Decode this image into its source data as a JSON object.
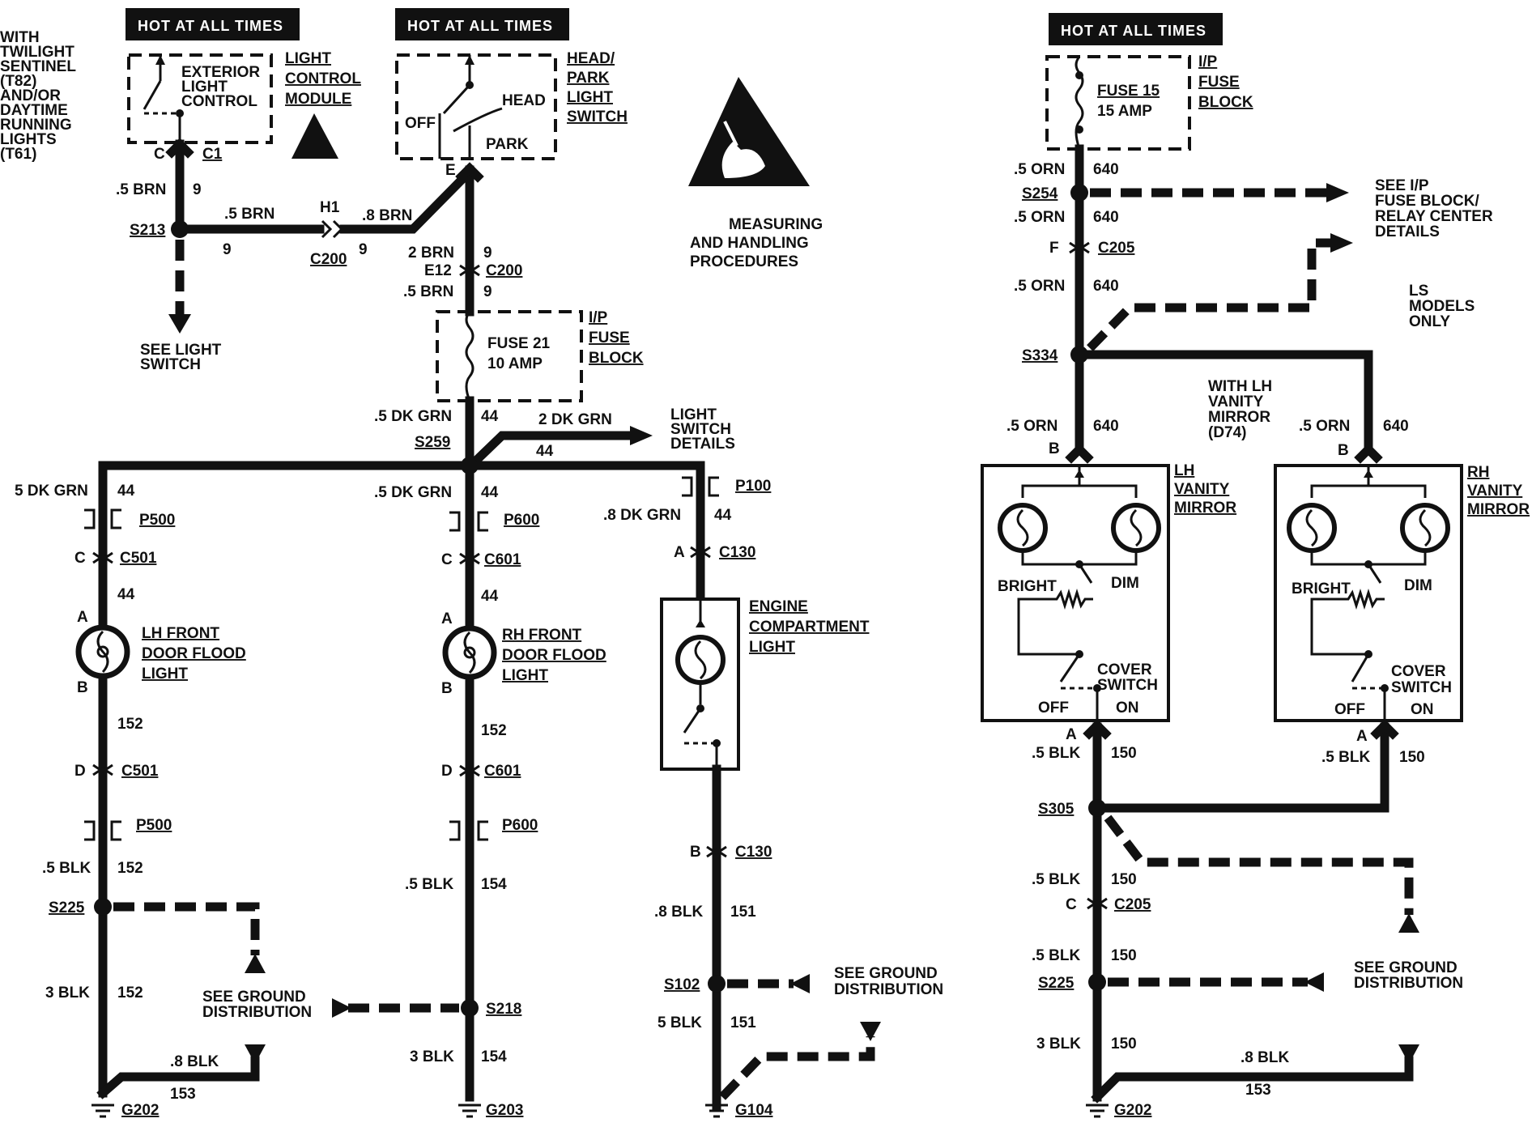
{
  "labels": {
    "hot1": "HOT AT ALL TIMES",
    "hot2": "HOT AT ALL TIMES",
    "hot3": "HOT AT ALL TIMES",
    "twilight": [
      "WITH",
      "TWILIGHT",
      "SENTINEL",
      "(T82)",
      "AND/OR",
      "DAYTIME",
      "RUNNING",
      "LIGHTS",
      "(T61)"
    ],
    "ext_light_control": [
      "EXTERIOR",
      "LIGHT",
      "CONTROL"
    ],
    "light_control_module": [
      "LIGHT",
      "CONTROL",
      "MODULE"
    ],
    "head_park_switch": [
      "HEAD/",
      "PARK",
      "LIGHT",
      "SWITCH"
    ],
    "sw_head": "HEAD",
    "sw_off": "OFF",
    "sw_park": "PARK",
    "measuring": [
      "MEASURING",
      "AND HANDLING",
      "PROCEDURES"
    ],
    "fuse21": [
      "FUSE 21",
      "10 AMP"
    ],
    "fuse15": [
      "FUSE 15",
      "15 AMP"
    ],
    "ip_fuse_block_a": [
      "I/P",
      "FUSE",
      "BLOCK"
    ],
    "ip_fuse_block_b": [
      "I/P",
      "FUSE",
      "BLOCK"
    ],
    "see_light_switch": [
      "SEE LIGHT",
      "SWITCH"
    ],
    "light_switch_details": [
      "LIGHT",
      "SWITCH",
      "DETAILS"
    ],
    "see_ip_fuse_block": [
      "SEE I/P",
      "FUSE BLOCK/",
      "RELAY CENTER",
      "DETAILS"
    ],
    "ls_models_only": [
      "LS",
      "MODELS",
      "ONLY"
    ],
    "with_lh_vanity": [
      "WITH LH",
      "VANITY",
      "MIRROR",
      "(D74)"
    ],
    "lh_front_flood": [
      "LH FRONT",
      "DOOR FLOOD",
      "LIGHT"
    ],
    "rh_front_flood": [
      "RH FRONT",
      "DOOR FLOOD",
      "LIGHT"
    ],
    "engine_comp_light": [
      "ENGINE",
      "COMPARTMENT",
      "LIGHT"
    ],
    "lh_vanity_mirror": [
      "LH",
      "VANITY",
      "MIRROR"
    ],
    "rh_vanity_mirror": [
      "RH",
      "VANITY",
      "MIRROR"
    ],
    "bright": "BRIGHT",
    "dim": "DIM",
    "cover_switch": [
      "COVER",
      "SWITCH"
    ],
    "off": "OFF",
    "on": "ON",
    "see_ground_dist": [
      "SEE GROUND",
      "DISTRIBUTION"
    ],
    "wires": {
      "w9a": ".5 BRN",
      "n9a": "9",
      "w9b": ".5 BRN",
      "w9c": ".8 BRN",
      "w9d": "2 BRN",
      "n9d": "9",
      "w9e": ".5 BRN",
      "n9e": "9",
      "n9f": "9",
      "n9g": "9",
      "h1": "H1",
      "w44a": ".5 DK GRN",
      "n44a": "44",
      "w44b": "2 DK GRN",
      "n44b": "44",
      "w44c": "5 DK GRN",
      "n44c": "44",
      "w44d": ".5 DK GRN",
      "n44d": "44",
      "w44e": ".8 DK GRN",
      "n44e": "44",
      "n44f": "44",
      "n44g": "44",
      "n152a": "152",
      "n152b": "152",
      "n152c": "152",
      "w152b": ".5 BLK",
      "w152c": "3 BLK",
      "n152d": "152",
      "w154a": ".5 BLK",
      "n154a": "154",
      "w154b": "3 BLK",
      "n154b": "154",
      "w153a": ".8 BLK",
      "n153a": "153",
      "w151a": ".8 BLK",
      "n151a": "151",
      "w151b": "5 BLK",
      "n151b": "151",
      "w640a": ".5 ORN",
      "n640a": "640",
      "w640b": ".5 ORN",
      "n640b": "640",
      "w640c": ".5 ORN",
      "n640c": "640",
      "w640d": ".5 ORN",
      "n640d": "640",
      "w640e": ".5 ORN",
      "n640e": "640",
      "w150a": ".5 BLK",
      "n150a": "150",
      "w150b": ".5 BLK",
      "n150b": "150",
      "w150c": ".5 BLK",
      "n150c": "150",
      "w150d": ".5 BLK",
      "n150d": "150",
      "w150e": "3 BLK",
      "n150e": "150",
      "w153b": ".8 BLK",
      "n153b": "153"
    },
    "connectors": {
      "c1": "C1",
      "c1pin": "C",
      "c200a": "C200",
      "c200b": "C200",
      "e12": "E12",
      "epin": "E",
      "c205a": "C205",
      "fpin": "F",
      "c205b": "C205",
      "cpin_c205": "C",
      "p500a": "P500",
      "p500b": "P500",
      "p600a": "P600",
      "p600b": "P600",
      "p100": "P100",
      "c501a": "C501",
      "c501b": "C501",
      "c601a": "C601",
      "c601b": "C601",
      "c130a": "C130",
      "c130b": "C130",
      "pin_c": "C",
      "pin_a": "A",
      "pin_b": "B",
      "pin_d": "D"
    },
    "splices": {
      "s213": "S213",
      "s259": "S259",
      "s225a": "S225",
      "s218": "S218",
      "s102": "S102",
      "s254": "S254",
      "s334": "S334",
      "s305": "S305",
      "s225b": "S225"
    },
    "grounds": {
      "g202a": "G202",
      "g203": "G203",
      "g104": "G104",
      "g202b": "G202"
    }
  }
}
